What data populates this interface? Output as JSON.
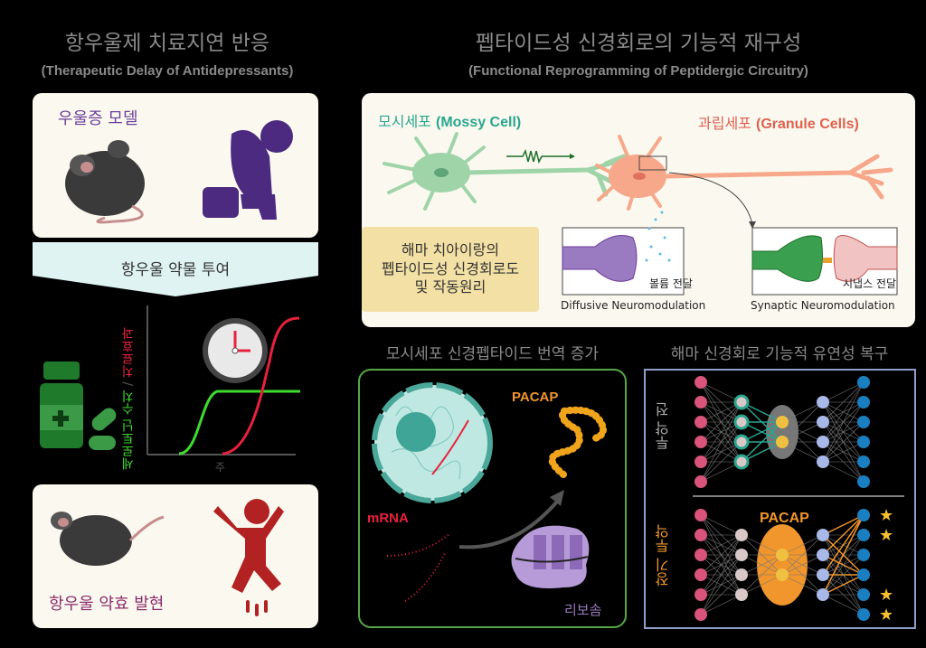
{
  "left": {
    "title": "항우울제 치료지연 반응",
    "subtitle": "(Therapeutic Delay of Antidepressants)",
    "depression_model_label": "우울증 모델",
    "treatment_banner": "항우울 약물 투여",
    "graph": {
      "y_label_green": "세로토닌 수치",
      "y_label_sep": " / ",
      "y_label_red": "치료효과",
      "x_label": "주"
    },
    "effect_label": "항우울 약효 발현"
  },
  "right": {
    "title": "펩타이드성 신경회로의 기능적 재구성",
    "subtitle": "(Functional Reprogramming of Peptidergic Circuitry)",
    "circuit_panel": {
      "mossy_cell_kr": "모시세포",
      "mossy_cell_en": "(Mossy Cell)",
      "granule_cell_kr": "과립세포",
      "granule_cell_en": "(Granule Cells)",
      "caption_lines": [
        "해마 치아이랑의",
        "펩타이드성 신경회로도",
        "및 작동원리"
      ],
      "diffusive_kr": "볼륨 전달",
      "diffusive_en": "Diffusive Neuromodulation",
      "synaptic_kr": "시냅스 전달",
      "synaptic_en": "Synaptic Neuromodulation"
    },
    "translation_panel": {
      "title": "모시세포 신경펩타이드 번역 증가",
      "pacap": "PACAP",
      "mrna": "mRNA",
      "ribosome": "리보솜"
    },
    "plasticity_panel": {
      "title": "해마 신경회로  기능적 유연성 복구",
      "before_label": "투약 전",
      "after_label": "장기 투약",
      "pacap": "PACAP"
    }
  },
  "colors": {
    "green": "#3ddc2e",
    "red": "#e8213c",
    "purple": "#6a3e9a",
    "orange": "#f0962c",
    "teal": "#2aa58f"
  }
}
